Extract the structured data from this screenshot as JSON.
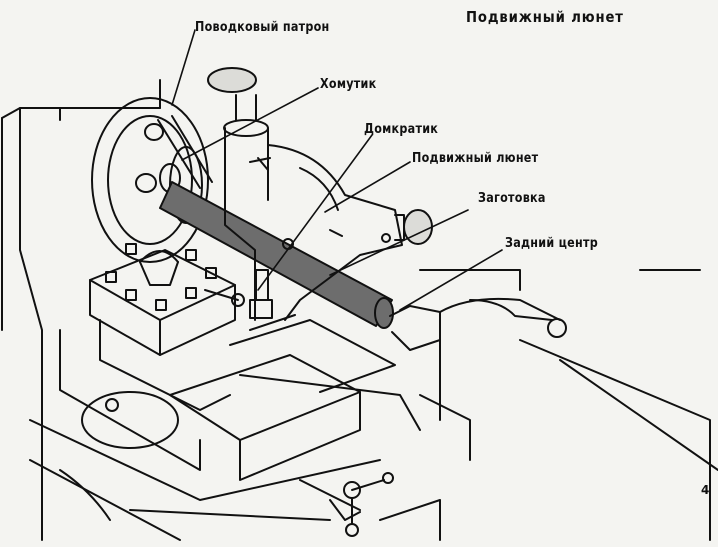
{
  "title": "Подвижный люнет",
  "labels": {
    "chuck": "Поводковый патрон",
    "clamp": "Хомутик",
    "jack": "Домкратик",
    "steady_rest": "Подвижный люнет",
    "workpiece": "Заготовка",
    "tail_center": "Задний центр"
  },
  "page_number": "4",
  "colors": {
    "background": "#f4f4f1",
    "ink": "#111111",
    "workpiece": "#6d6d6d"
  }
}
